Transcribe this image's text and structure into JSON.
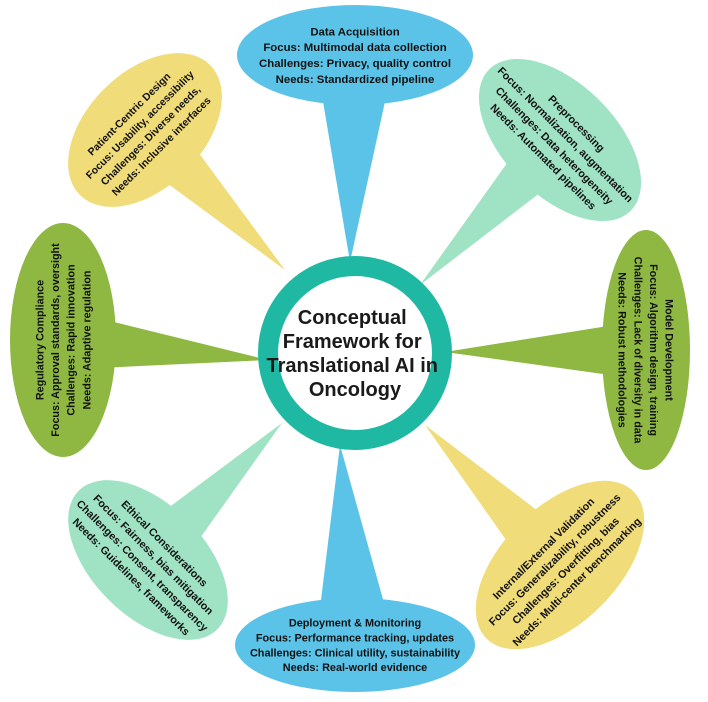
{
  "center": {
    "lines": [
      "Conceptual",
      "Framework for",
      "Translational AI in",
      "Oncology"
    ],
    "ring_color": "#1fb8a3"
  },
  "colors": {
    "blue": "#5cc3e8",
    "mint": "#9fe3c4",
    "olive": "#8fb843",
    "yellow": "#f0dc78"
  },
  "bubbles": [
    {
      "key": "data-acquisition",
      "color_key": "blue",
      "lines": [
        "Data Acquisition",
        "Focus: Multimodal data collection",
        "Challenges: Privacy, quality control",
        "Needs: Standardized pipeline"
      ]
    },
    {
      "key": "preprocessing",
      "color_key": "mint",
      "lines": [
        "Preprocessing",
        "Focus: Normalization, augmentation",
        "Challenges: Data heterogeneity",
        "Needs: Automated pipelines"
      ]
    },
    {
      "key": "model-development",
      "color_key": "olive",
      "lines": [
        "Model Development",
        "Focus: Algorithm design, training",
        "Challenges: Lack of diversity in data",
        "Needs: Robust methodologies"
      ]
    },
    {
      "key": "validation",
      "color_key": "yellow",
      "lines": [
        "Internal/External Validation",
        "Focus: Generalizability, robustness",
        "Challenges: Overfitting, bias",
        "Needs: Multi-center benchmarking"
      ]
    },
    {
      "key": "deployment",
      "color_key": "blue",
      "lines": [
        "Deployment & Monitoring",
        "Focus: Performance tracking, updates",
        "Challenges: Clinical utility, sustainability",
        "Needs: Real-world evidence"
      ]
    },
    {
      "key": "ethical",
      "color_key": "mint",
      "lines": [
        "Ethical Considerations",
        "Focus: Fairness, bias mitigation",
        "Challenges: Consent, transparency",
        "Needs: Guidelines, frameworks"
      ]
    },
    {
      "key": "regulatory",
      "color_key": "olive",
      "lines": [
        "Regulatory Compliance",
        "Focus: Approval standards, oversight",
        "Challenges: Rapid innovation",
        "Needs: Adaptive regulation"
      ]
    },
    {
      "key": "patient-centric",
      "color_key": "yellow",
      "lines": [
        "Patient-Centric Design",
        "Focus: Usability, accessibility",
        "Challenges: Diverse needs,",
        "Needs: Inclusive interfaces"
      ]
    }
  ]
}
